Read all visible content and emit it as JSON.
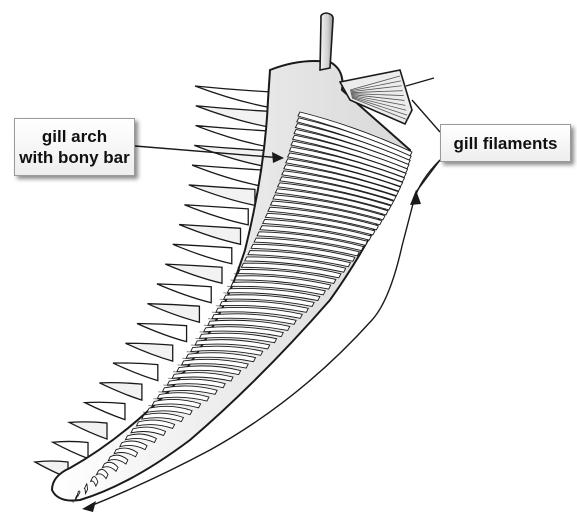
{
  "labels": {
    "gill_arch_line1": "gill arch",
    "gill_arch_line2": "with bony bar",
    "gill_filaments": "gill filaments"
  },
  "colors": {
    "outline": "#1a1a1a",
    "fill": "#ffffff",
    "shade": "#9a9a9a",
    "label_border": "#9a9a9a"
  },
  "structures": {
    "gill_rakers_count": 20,
    "gill_filaments_count": 60
  }
}
